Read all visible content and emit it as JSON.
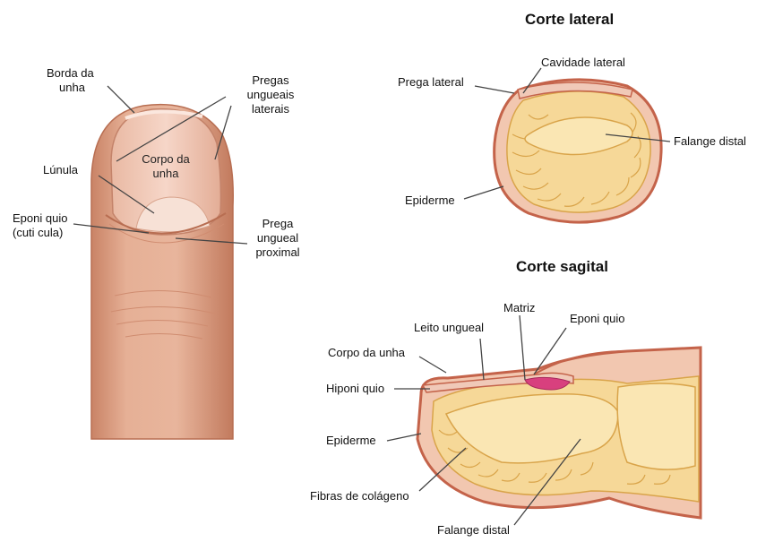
{
  "colors": {
    "skin": "#e2a98d",
    "skin_dark": "#c98366",
    "nail": "#f0c9b8",
    "bone_fill": "#f6d898",
    "bone_stroke": "#d9a44a",
    "matrix": "#d8407e",
    "outline": "#c4634a",
    "leader": "#555555"
  },
  "left_view": {
    "borda": [
      "Borda da",
      "unha"
    ],
    "pregas_laterais": [
      "Pregas",
      "ungueais",
      "laterais"
    ],
    "corpo": [
      "Corpo da",
      "unha"
    ],
    "lunula": "Lúnula",
    "eponiquio": [
      "Eponi quio",
      "(cuti cula)"
    ],
    "prega_proximal": [
      "Prega",
      "ungueal",
      "proximal"
    ]
  },
  "lateral_section": {
    "title": "Corte lateral",
    "cavidade": "Cavidade lateral",
    "prega_lateral": "Prega lateral",
    "falange": "Falange distal",
    "epiderme": "Epiderme"
  },
  "sagittal_section": {
    "title": "Corte sagital",
    "matriz": "Matriz",
    "eponiquio": "Eponi quio",
    "leito": "Leito ungueal",
    "corpo": "Corpo da unha",
    "hiponiquio": "Hiponi quio",
    "epiderme": "Epiderme",
    "fibras": "Fibras de colágeno",
    "falange": "Falange distal"
  }
}
